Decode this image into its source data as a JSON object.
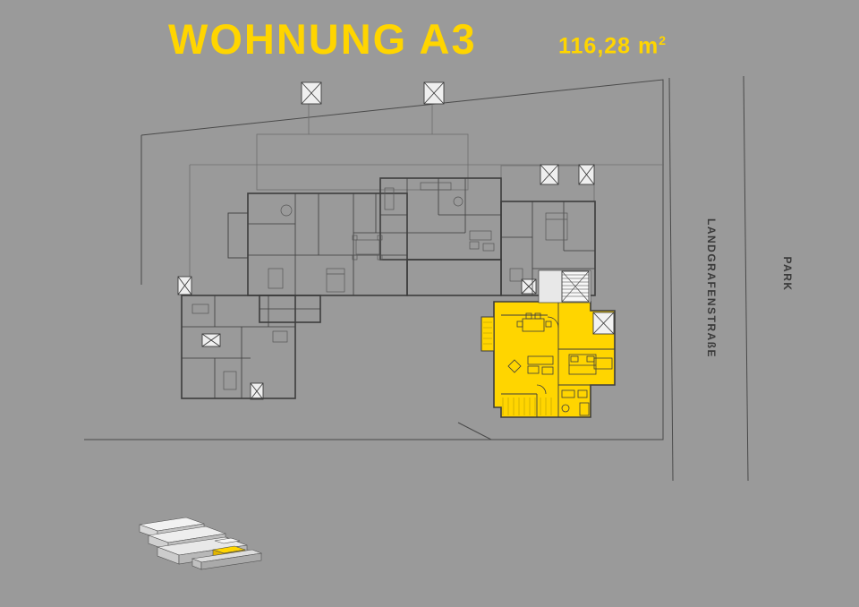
{
  "page": {
    "background_color": "#9a9a9a",
    "accent_color": "#ffd500",
    "line_color": "#3d3d3d"
  },
  "header": {
    "title": "WOHNUNG A3",
    "area_value": "116,28 m",
    "area_sup": "2"
  },
  "site": {
    "street_label": "LANDGRAFENSTRAßE",
    "park_label": "PARK"
  },
  "plan": {
    "highlighted_apartment": "A3",
    "highlight_color": "#ffd500"
  }
}
